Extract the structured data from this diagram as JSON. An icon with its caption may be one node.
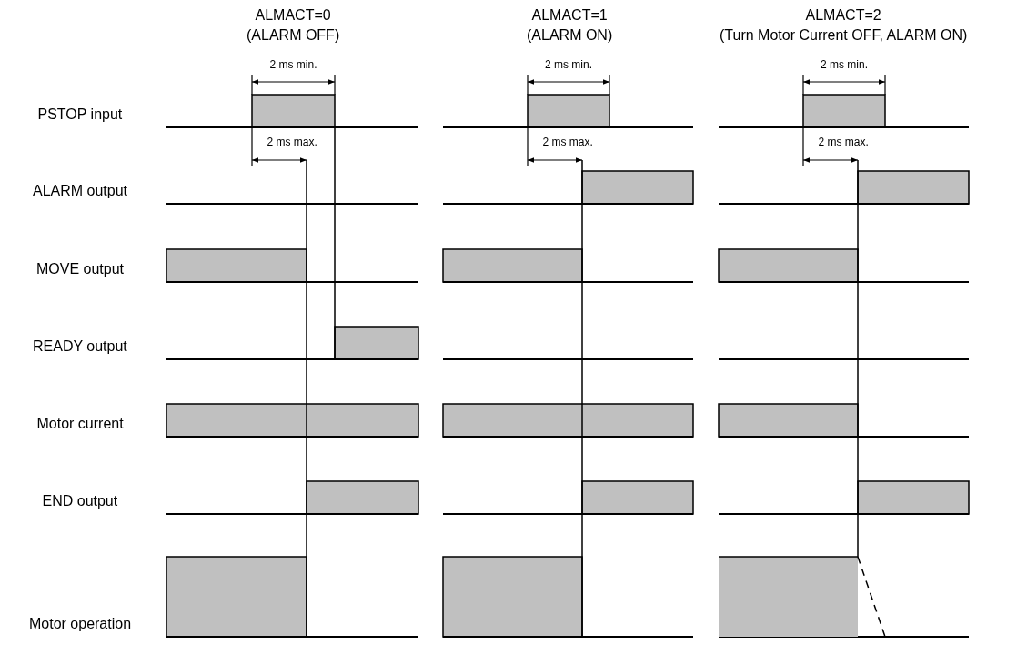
{
  "diagram": {
    "labels": [
      "ALMACT=0",
      "ALMACT=1",
      "ALMACT=2",
      "(ALARM OFF)",
      "(ALARM ON)",
      "(Turn Motor Current OFF, ALARM ON)",
      "2 ms min.",
      "2 ms min.",
      "2 ms min.",
      "PSTOP input",
      "2 ms max.",
      "2 ms max.",
      "2 ms max.",
      "ALARM output",
      "MOVE output",
      "READY output",
      "Motor current",
      "END output",
      "Motor operation"
    ]
  }
}
